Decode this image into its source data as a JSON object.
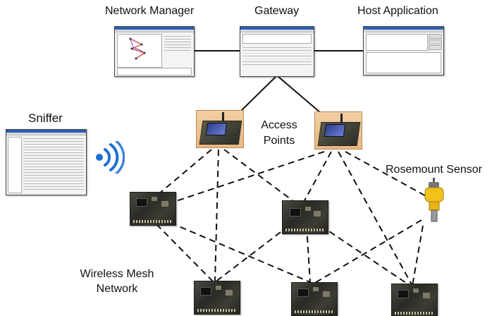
{
  "labels": {
    "network_manager": "Network Manager",
    "gateway": "Gateway",
    "host_application": "Host Application",
    "sniffer": "Sniffer",
    "access_points_line1": "Access",
    "access_points_line2": "Points",
    "rosemount_sensor": "Rosemount Sensor",
    "wireless_mesh_line1": "Wireless Mesh",
    "wireless_mesh_line2": "Network"
  },
  "colors": {
    "line": "#111111",
    "signal": "#1d6fd1",
    "sensor_body": "#f2c21b"
  }
}
